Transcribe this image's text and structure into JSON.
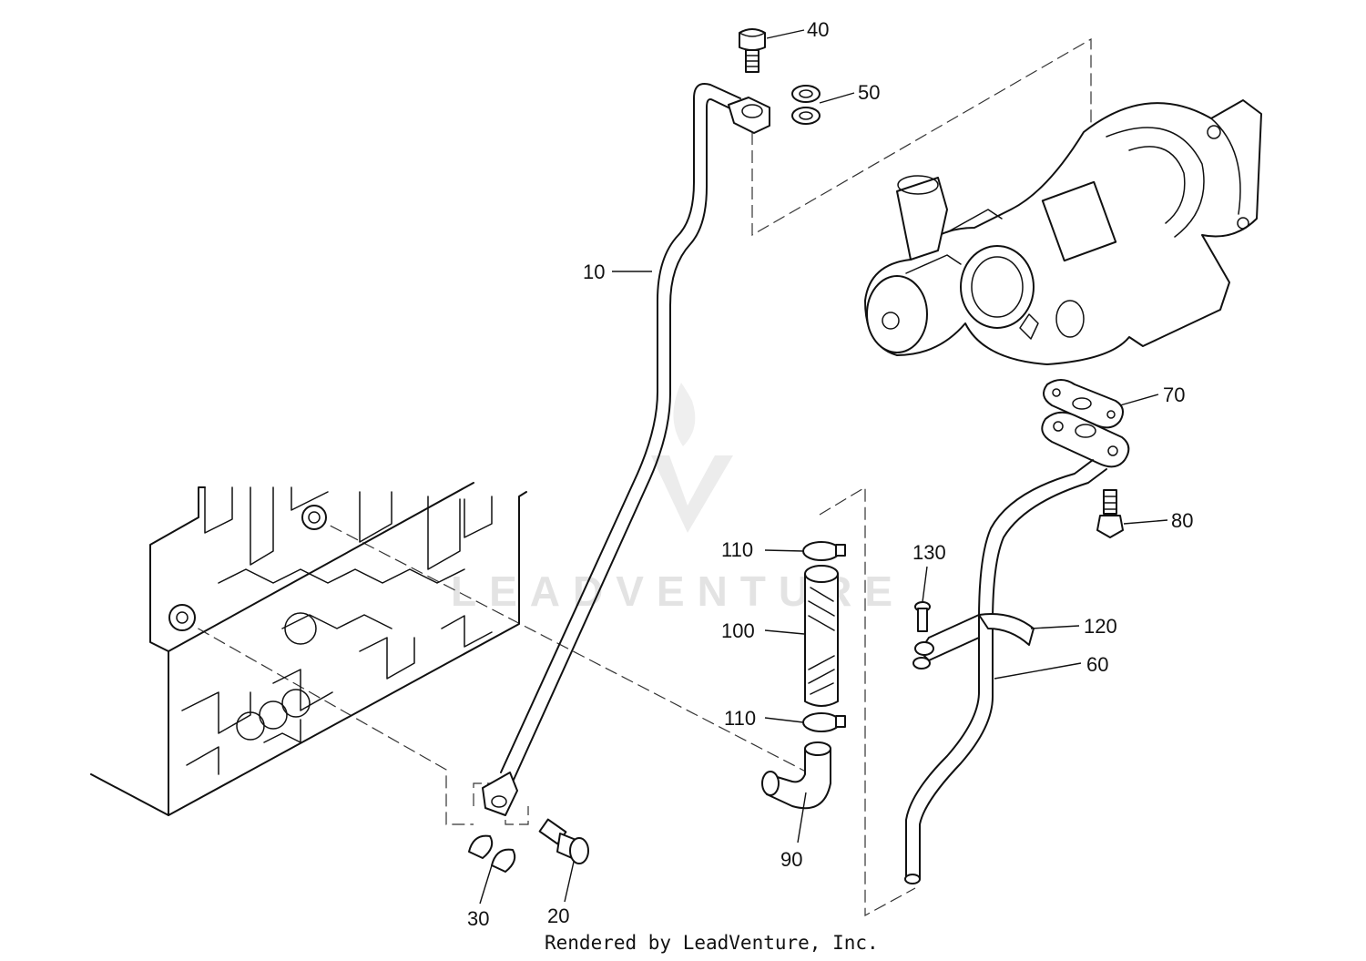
{
  "watermark": {
    "text": "LEADVENTURE"
  },
  "credit": "Rendered by LeadVenture, Inc.",
  "callouts": {
    "c10": "10",
    "c20": "20",
    "c30": "30",
    "c40": "40",
    "c50": "50",
    "c60": "60",
    "c70": "70",
    "c80": "80",
    "c90": "90",
    "c100": "100",
    "c110a": "110",
    "c110b": "110",
    "c120": "120",
    "c130": "130"
  }
}
